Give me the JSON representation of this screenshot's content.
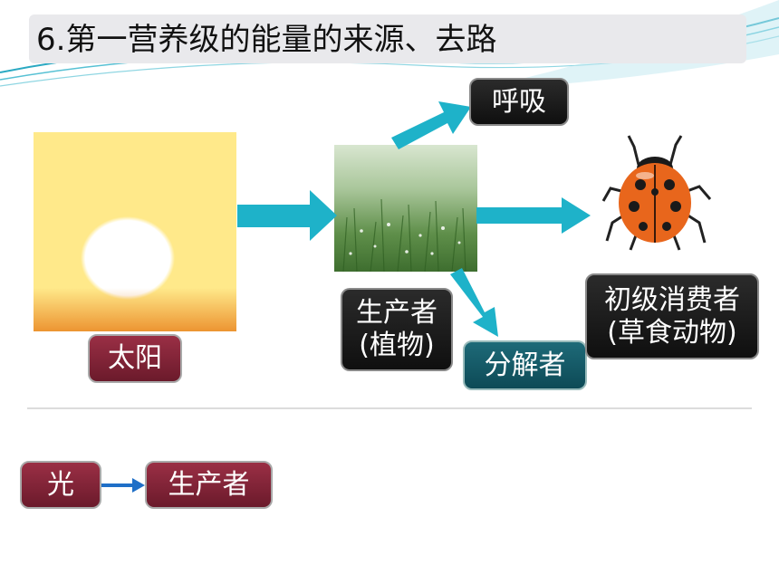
{
  "title": "6.第一营养级的能量的来源、去路",
  "nodes": {
    "sun": "太阳",
    "producer_line1": "生产者",
    "producer_line2": "(植物)",
    "respiration": "呼吸",
    "decomposer": "分解者",
    "consumer_line1": "初级消费者",
    "consumer_line2": "(草食动物)"
  },
  "bottom": {
    "light": "光",
    "producer": "生产者"
  },
  "colors": {
    "arrow": "#1eb2c9",
    "small_arrow": "#1f6fc7",
    "maroon": "#7a2033",
    "dark": "#1a1a1a",
    "teal": "#10525e",
    "title_bg": "#e9e9ec"
  },
  "icons": [
    "sun-image",
    "grass-image",
    "ladybug-image"
  ]
}
